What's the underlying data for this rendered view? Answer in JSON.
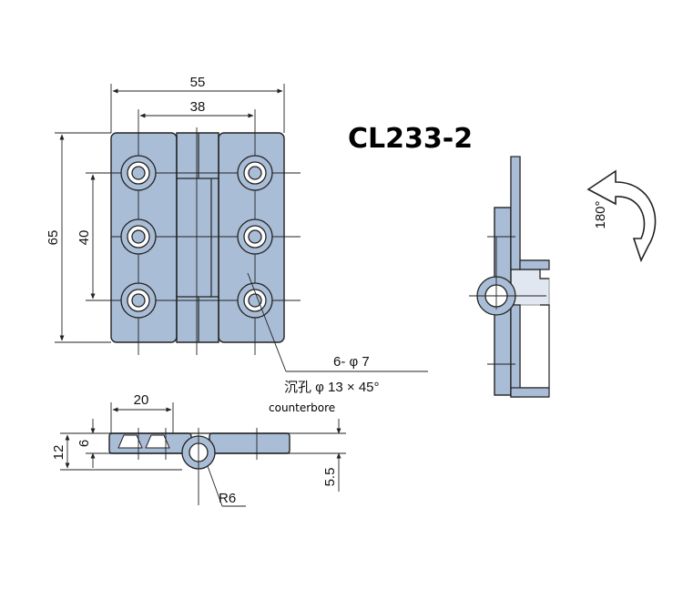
{
  "title": "CL233-2",
  "dimensions": {
    "overall_width": "55",
    "hole_spacing_width": "38",
    "overall_height": "65",
    "hole_spacing_height": "40",
    "holes": "6- φ 7",
    "counterbore_spec": "沉孔 φ 13 × 45°",
    "counterbore_label": "counterbore",
    "leaf_offset": "20",
    "thickness_total": "12",
    "thickness_leaf": "6",
    "knuckle_offset": "5.5",
    "knuckle_radius": "R6"
  },
  "rotation": {
    "label": "180°",
    "icon": "curved-arrow-icon"
  },
  "colors": {
    "plate": "#a9bdd6",
    "line": "#222222"
  }
}
